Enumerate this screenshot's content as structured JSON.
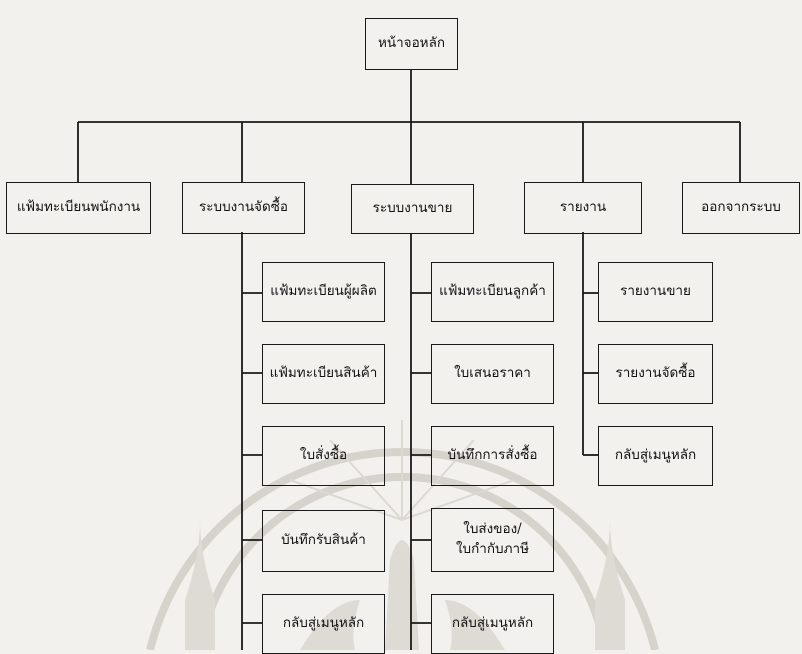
{
  "diagram": {
    "root": {
      "label": "หน้าจอหลัก"
    },
    "level1": [
      {
        "id": "employee_file",
        "label": "แฟ้มทะเบียนพนักงาน"
      },
      {
        "id": "purchasing",
        "label": "ระบบงานจัดซื้อ"
      },
      {
        "id": "sales",
        "label": "ระบบงานขาย"
      },
      {
        "id": "reports",
        "label": "รายงาน"
      },
      {
        "id": "exit",
        "label": "ออกจากระบบ"
      }
    ],
    "purchasing_children": [
      {
        "label": "แฟ้มทะเบียนผู้ผลิต"
      },
      {
        "label": "แฟ้มทะเบียนสินค้า"
      },
      {
        "label": "ใบสั่งซื้อ"
      },
      {
        "label": "บันทึกรับสินค้า"
      },
      {
        "label": "กลับสู่เมนูหลัก"
      }
    ],
    "sales_children": [
      {
        "label": "แฟ้มทะเบียนลูกค้า"
      },
      {
        "label": "ใบเสนอราคา"
      },
      {
        "label": "บันทึกการสั่งซื้อ"
      },
      {
        "label": "ใบส่งของ/\nใบกำกับภาษี"
      },
      {
        "label": "กลับสู่เมนูหลัก"
      }
    ],
    "reports_children": [
      {
        "label": "รายงานขาย"
      },
      {
        "label": "รายงานจัดซื้อ"
      },
      {
        "label": "กลับสู่เมนูหลัก"
      }
    ]
  },
  "colors": {
    "line": "#1a1a1a",
    "background": "#f3f1ee",
    "watermark": "#d6d2cc"
  }
}
